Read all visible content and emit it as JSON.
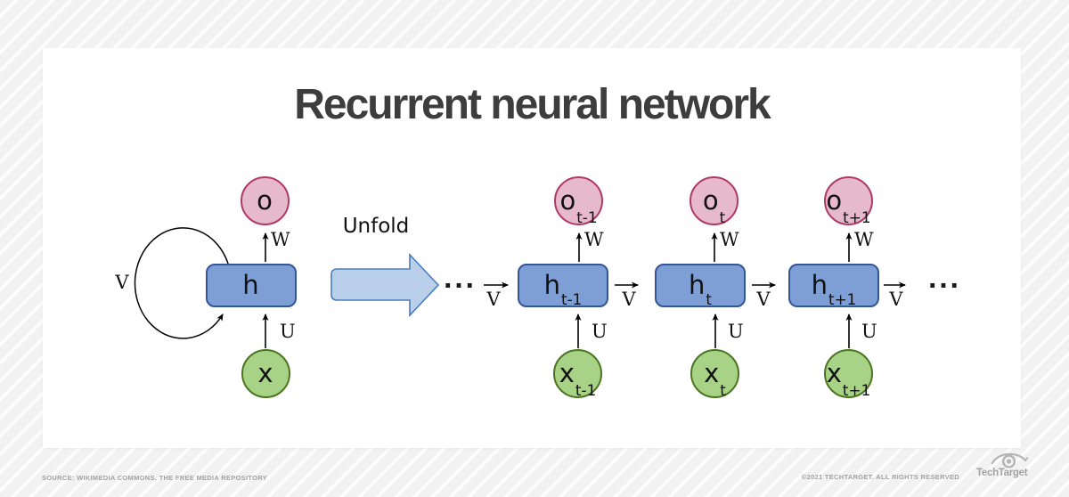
{
  "title": "Recurrent neural network",
  "diagram": {
    "unfold_label": "Unfold",
    "ellipsis_left": "...",
    "ellipsis_right": "...",
    "edge_labels": {
      "w": "W",
      "u": "U",
      "v": "V"
    },
    "folded": {
      "output": {
        "main": "o",
        "sub": ""
      },
      "hidden": {
        "main": "h",
        "sub": ""
      },
      "input": {
        "main": "x",
        "sub": ""
      },
      "loop_label": "V"
    },
    "units": [
      {
        "output": {
          "main": "o",
          "sub": "t-1"
        },
        "hidden": {
          "main": "h",
          "sub": "t-1"
        },
        "input": {
          "main": "x",
          "sub": "t-1"
        }
      },
      {
        "output": {
          "main": "o",
          "sub": "t"
        },
        "hidden": {
          "main": "h",
          "sub": "t"
        },
        "input": {
          "main": "x",
          "sub": "t"
        }
      },
      {
        "output": {
          "main": "o",
          "sub": "t+1"
        },
        "hidden": {
          "main": "h",
          "sub": "t+1"
        },
        "input": {
          "main": "x",
          "sub": "t+1"
        }
      }
    ]
  },
  "footer": {
    "source": "SOURCE: WIKIMEDIA COMMONS, THE FREE MEDIA REPOSITORY",
    "copyright": "©2021 TECHTARGET. ALL RIGHTS RESERVED",
    "brand": "TechTarget"
  },
  "colors": {
    "output_fill": "#e7b9cd",
    "output_stroke": "#ad3b66",
    "hidden_fill": "#7d9fd6",
    "hidden_stroke": "#36549a",
    "input_fill": "#a8d285",
    "input_stroke": "#4a761f",
    "unfold_arrow_fill": "#b9cfea",
    "unfold_arrow_stroke": "#4a7ebb",
    "title": "#3d3d3d",
    "footer_text": "#a2a2a2"
  }
}
